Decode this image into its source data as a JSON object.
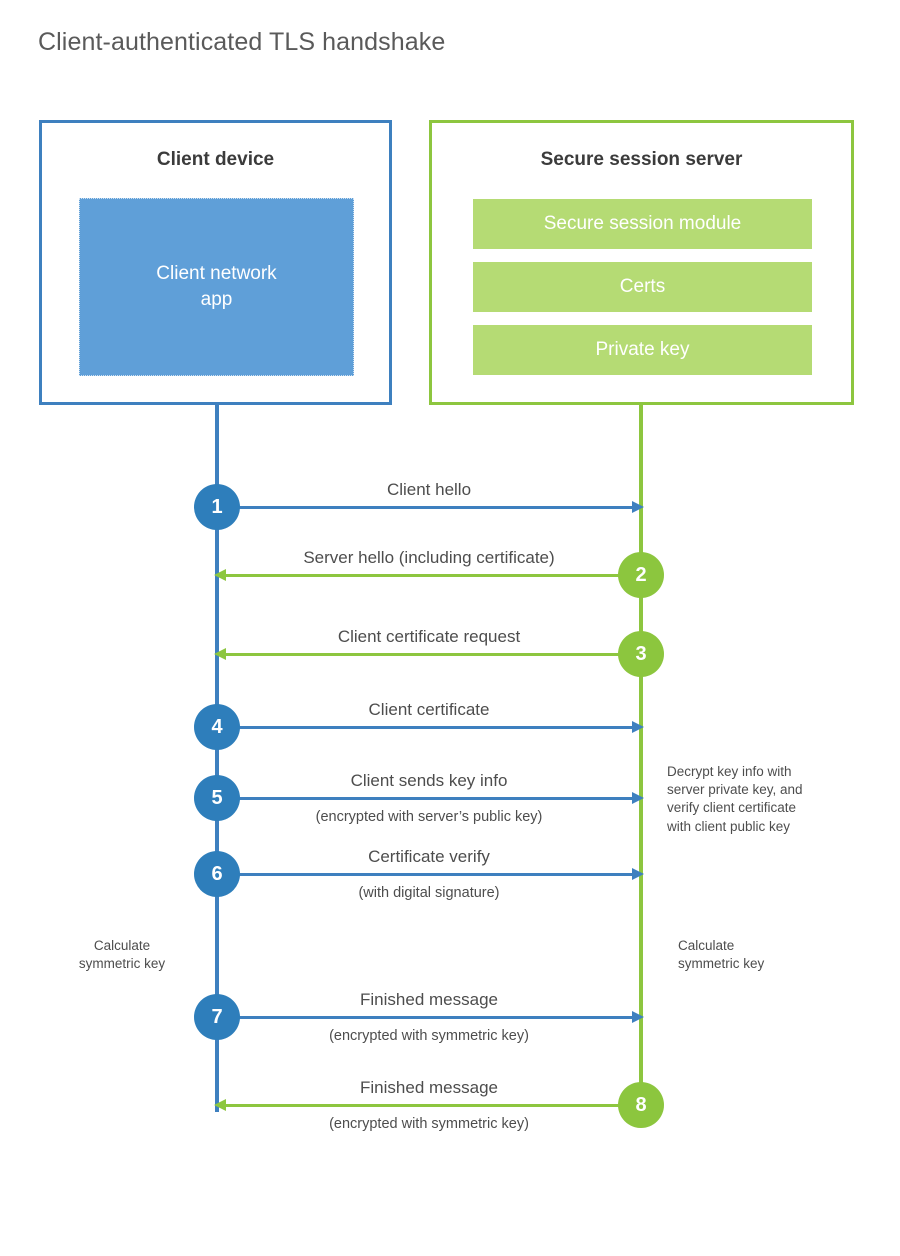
{
  "title": "Client-authenticated TLS handshake",
  "colors": {
    "client_accent": "#3e80bf",
    "client_circle": "#2e7ebb",
    "client_app_fill": "#5f9fd8",
    "server_accent": "#8dc63f",
    "server_circle": "#8cc63e",
    "server_bar_fill": "#b5db74",
    "text": "#4d4d4d",
    "background": "#ffffff"
  },
  "client": {
    "title": "Client device",
    "app_label": "Client network\napp"
  },
  "server": {
    "title": "Secure session server",
    "components": [
      "Secure session module",
      "Certs",
      "Private key"
    ]
  },
  "notes": {
    "decrypt": "Decrypt key info with\nserver private key, and\nverify client certificate\nwith client public key",
    "calculate_client": "Calculate\nsymmetric key",
    "calculate_server": "Calculate\nsymmetric key"
  },
  "steps": [
    {
      "number": "1",
      "label": "Client hello",
      "sublabel": "",
      "direction": "client-to-server",
      "color": "blue"
    },
    {
      "number": "2",
      "label": "Server hello (including certificate)",
      "sublabel": "",
      "direction": "server-to-client",
      "color": "green"
    },
    {
      "number": "3",
      "label": "Client certificate request",
      "sublabel": "",
      "direction": "server-to-client",
      "color": "green"
    },
    {
      "number": "4",
      "label": "Client certificate",
      "sublabel": "",
      "direction": "client-to-server",
      "color": "blue"
    },
    {
      "number": "5",
      "label": "Client sends key info",
      "sublabel": "(encrypted with server’s public key)",
      "direction": "client-to-server",
      "color": "blue"
    },
    {
      "number": "6",
      "label": "Certificate verify",
      "sublabel": "(with digital signature)",
      "direction": "client-to-server",
      "color": "blue"
    },
    {
      "number": "7",
      "label": "Finished message",
      "sublabel": "(encrypted with symmetric key)",
      "direction": "client-to-server",
      "color": "blue"
    },
    {
      "number": "8",
      "label": "Finished message",
      "sublabel": "(encrypted with symmetric key)",
      "direction": "server-to-client",
      "color": "green"
    }
  ]
}
